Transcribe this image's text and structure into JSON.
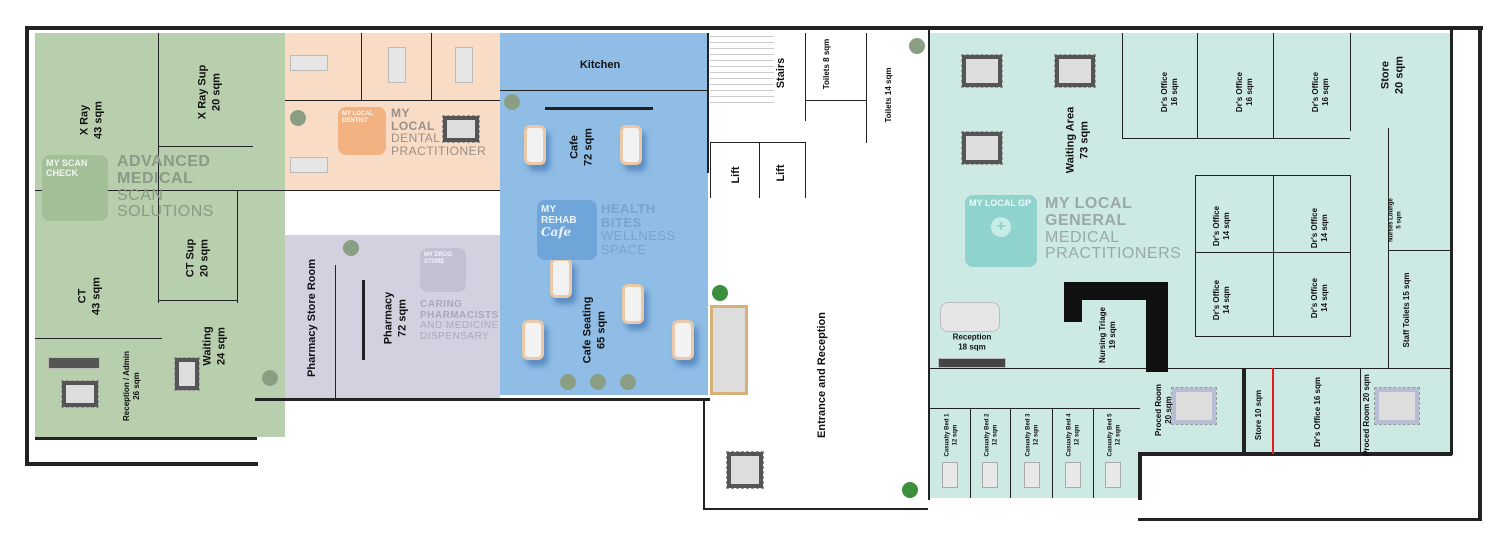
{
  "colors": {
    "scan": "#b8cfae",
    "dental": "#f8dcc6",
    "pharmacy": "#d3d1df",
    "cafe": "#8fbde6",
    "gp": "#cde9e3",
    "wall": "#222222"
  },
  "scan": {
    "badge": "MY SCAN CHECK",
    "brand": [
      "ADVANCED",
      "MEDICAL",
      "SCAN",
      "SOLUTIONS"
    ],
    "rooms": [
      {
        "name": "X Ray",
        "area": "43 sqm"
      },
      {
        "name": "X Ray Sup",
        "area": "20 sqm"
      },
      {
        "name": "CT Sup",
        "area": "20 sqm"
      },
      {
        "name": "CT",
        "area": "43 sqm"
      },
      {
        "name": "Reception / Admin",
        "area": "26 sqm"
      },
      {
        "name": "Waiting",
        "area": "24 sqm"
      }
    ]
  },
  "dental": {
    "badge": "MY LOCAL DENTIST",
    "brand": [
      "MY",
      "LOCAL",
      "DENTAL",
      "PRACTITIONER"
    ]
  },
  "pharmacy": {
    "badge": "MY DRUG STORE",
    "brand": [
      "CARING",
      "PHARMACISTS",
      "AND MEDICINE",
      "DISPENSARY"
    ],
    "rooms": [
      {
        "name": "Pharmacy Store Room"
      },
      {
        "name": "Pharmacy",
        "area": "72 sqm"
      }
    ]
  },
  "cafe": {
    "badge_top": "MY REHAB",
    "badge_script": "Cafe",
    "brand": [
      "HEALTH",
      "BITES",
      "WELLNESS",
      "SPACE"
    ],
    "rooms": [
      {
        "name": "Kitchen"
      },
      {
        "name": "Cafe",
        "area": "72 sqm"
      },
      {
        "name": "Cafe Seating",
        "area": "65 sqm"
      }
    ]
  },
  "core": {
    "stairs": "Stairs",
    "toilets_a": "Toilets 8 sqm",
    "toilets_b": "Toilets 14 sqm",
    "lift": "Lift",
    "entrance": "Entrance and Reception"
  },
  "gp": {
    "badge": "MY LOCAL GP",
    "brand": [
      "MY LOCAL",
      "GENERAL",
      "MEDICAL",
      "PRACTITIONERS"
    ],
    "waiting": {
      "name": "Waiting Area",
      "area": "73 sqm"
    },
    "dr16": {
      "name": "Dr's Office",
      "area": "16 sqm"
    },
    "dr14": {
      "name": "Dr's Office",
      "area": "14 sqm"
    },
    "store": {
      "name": "Store",
      "area": "20 sqm"
    },
    "nurses": {
      "name": "Nurses Lounge",
      "area": "5 sqm"
    },
    "staff_toilets": "Staff Toilets 15 sqm",
    "reception": {
      "name": "Reception",
      "area": "18 sqm"
    },
    "triage": {
      "name": "Nursing Triage",
      "area": "19 sqm"
    },
    "proced": {
      "name": "Proced Room",
      "area": "20 sqm"
    },
    "proced_b": "Proced Room 20 sqm",
    "store10": "Store 10 sqm",
    "dr16b": "Dr's Office 16 sqm",
    "beds": [
      {
        "name": "Casualty Bed 1",
        "area": "12 sqm"
      },
      {
        "name": "Casualty Bed 2",
        "area": "12 sqm"
      },
      {
        "name": "Casualty Bed 3",
        "area": "12 sqm"
      },
      {
        "name": "Casualty Bed 4",
        "area": "12 sqm"
      },
      {
        "name": "Casualty Bed 5",
        "area": "12 sqm"
      }
    ]
  }
}
